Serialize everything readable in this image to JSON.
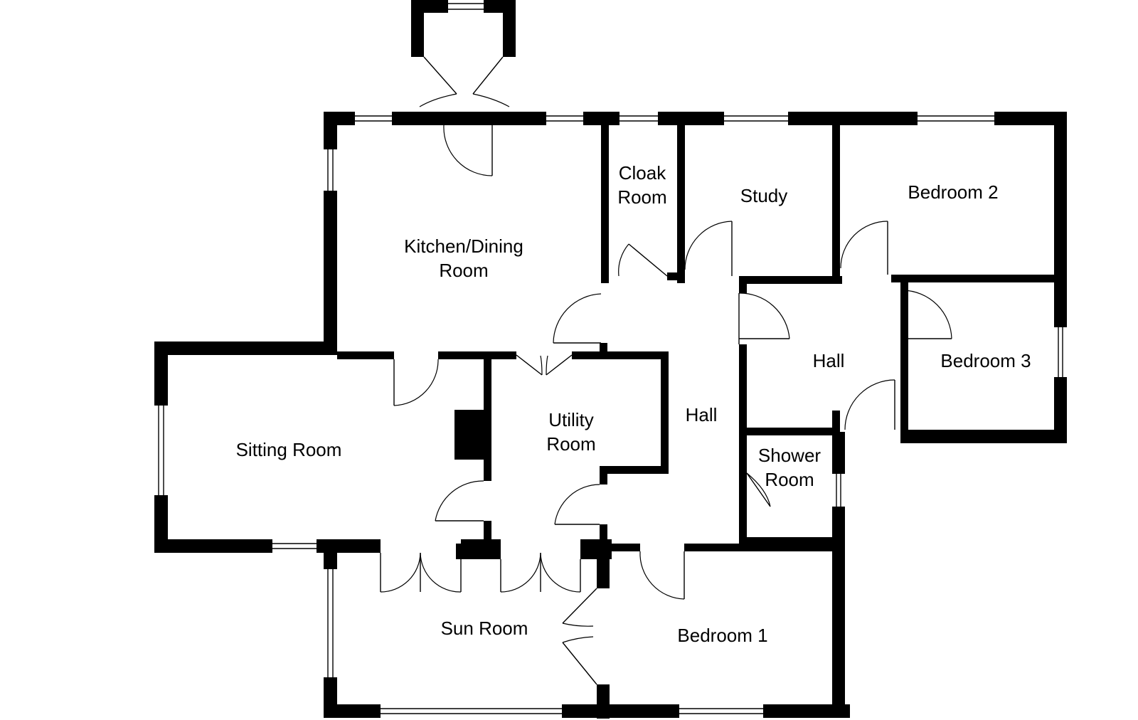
{
  "colors": {
    "wall": "#000000",
    "background": "#ffffff"
  },
  "rooms": {
    "cloak_room": {
      "line1": "Cloak",
      "line2": "Room"
    },
    "study": {
      "label": "Study"
    },
    "bedroom_2": {
      "label": "Bedroom 2"
    },
    "kitchen_dining": {
      "line1": "Kitchen/Dining",
      "line2": "Room"
    },
    "hall_right": {
      "label": "Hall"
    },
    "bedroom_3": {
      "label": "Bedroom 3"
    },
    "hall_center": {
      "label": "Hall"
    },
    "utility_room": {
      "line1": "Utility",
      "line2": "Room"
    },
    "sitting_room": {
      "label": "Sitting Room"
    },
    "shower_room": {
      "line1": "Shower",
      "line2": "Room"
    },
    "sun_room": {
      "label": "Sun Room"
    },
    "bedroom_1": {
      "label": "Bedroom 1"
    }
  }
}
